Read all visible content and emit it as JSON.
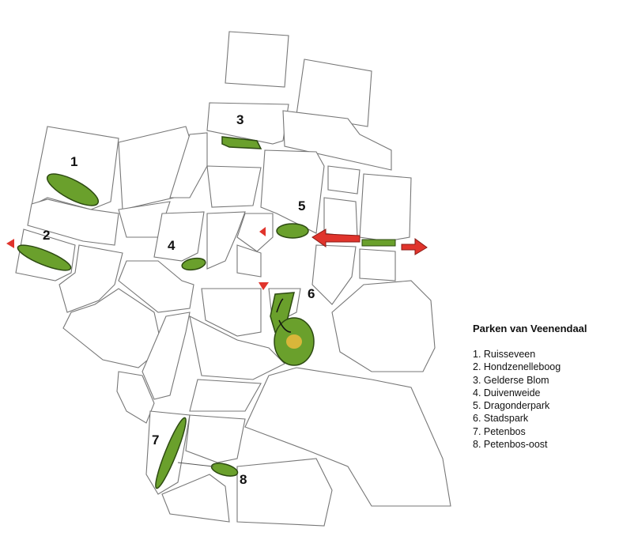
{
  "legend": {
    "title": "Parken van Veenendaal",
    "items": [
      {
        "number": "1",
        "label": "1. Ruisseveen"
      },
      {
        "number": "2",
        "label": "2. Hondzenelleboog"
      },
      {
        "number": "3",
        "label": "3. Gelderse Blom"
      },
      {
        "number": "4",
        "label": "4. Duivenweide"
      },
      {
        "number": "5",
        "label": "5. Dragonderpark"
      },
      {
        "number": "6",
        "label": "6. Stadspark"
      },
      {
        "number": "7",
        "label": "7. Petenbos"
      },
      {
        "number": "8",
        "label": "8. Petenbos-oost"
      }
    ]
  },
  "colors": {
    "park": "#6aa02c",
    "arrow": "#e0342c",
    "park_center": "#d8b63a"
  }
}
